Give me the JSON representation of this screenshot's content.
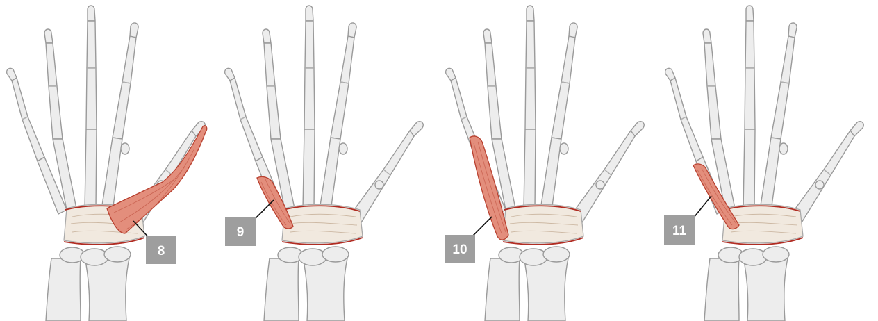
{
  "labels": [
    "8",
    "9",
    "10",
    "11"
  ],
  "colors": {
    "bone_fill": "#ededed",
    "bone_outline": "#9a9a9a",
    "muscle": "#e38e7c",
    "muscle_outline": "#b8402f",
    "retinaculum": "#b02c22",
    "label_box": "#9e9e9e",
    "label_text": "#ffffff"
  }
}
